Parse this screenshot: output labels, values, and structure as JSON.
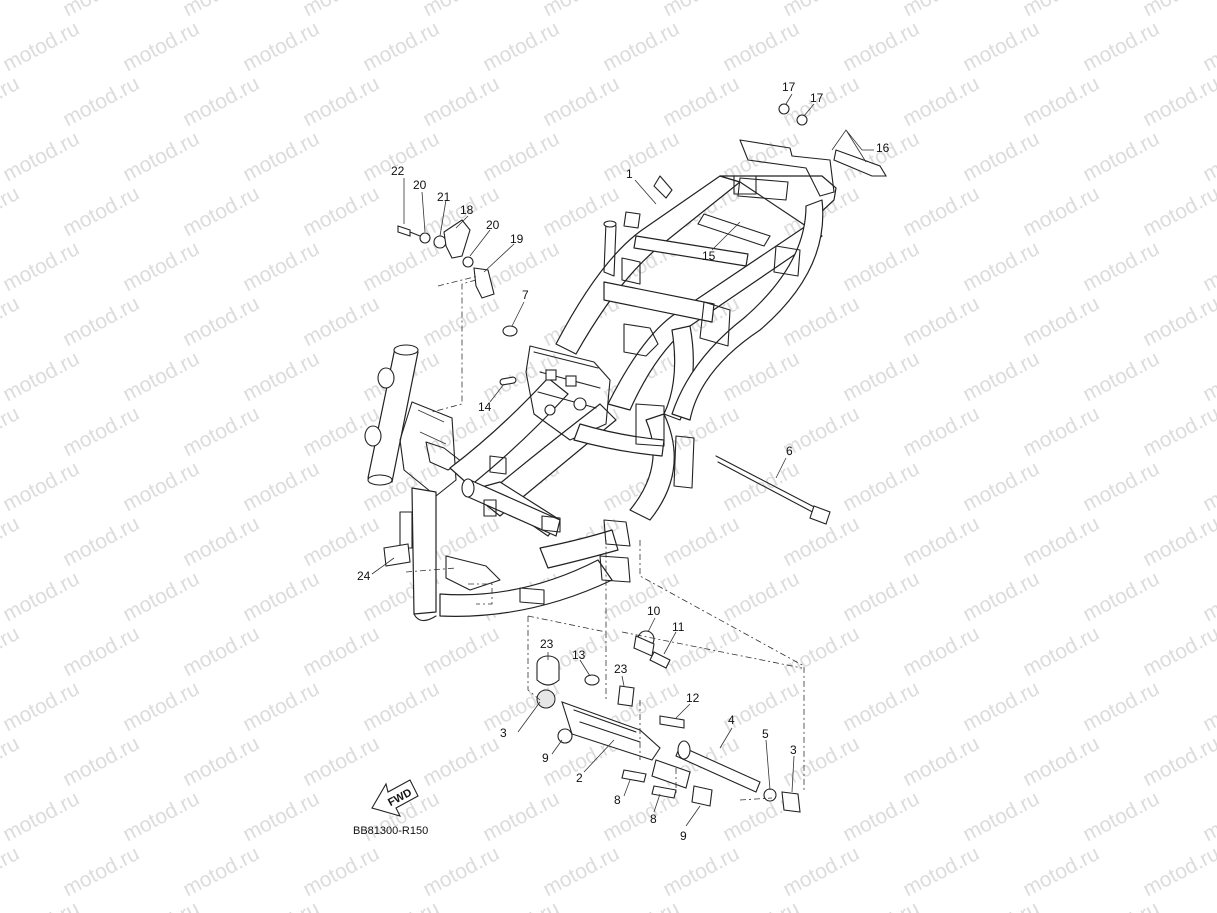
{
  "diagram_code": "BB81300-R150",
  "watermark_text": "motod.ru",
  "fwd_label": "FWD",
  "callouts": {
    "c1": "1",
    "c2": "2",
    "c3a": "3",
    "c3b": "3",
    "c4": "4",
    "c5": "5",
    "c6": "6",
    "c7": "7",
    "c8a": "8",
    "c8b": "8",
    "c9a": "9",
    "c9b": "9",
    "c10": "10",
    "c11": "11",
    "c12": "12",
    "c13": "13",
    "c14": "14",
    "c15": "15",
    "c16": "16",
    "c17a": "17",
    "c17b": "17",
    "c18": "18",
    "c19": "19",
    "c20a": "20",
    "c20b": "20",
    "c21": "21",
    "c22": "22",
    "c23a": "23",
    "c23b": "23",
    "c24": "24"
  }
}
